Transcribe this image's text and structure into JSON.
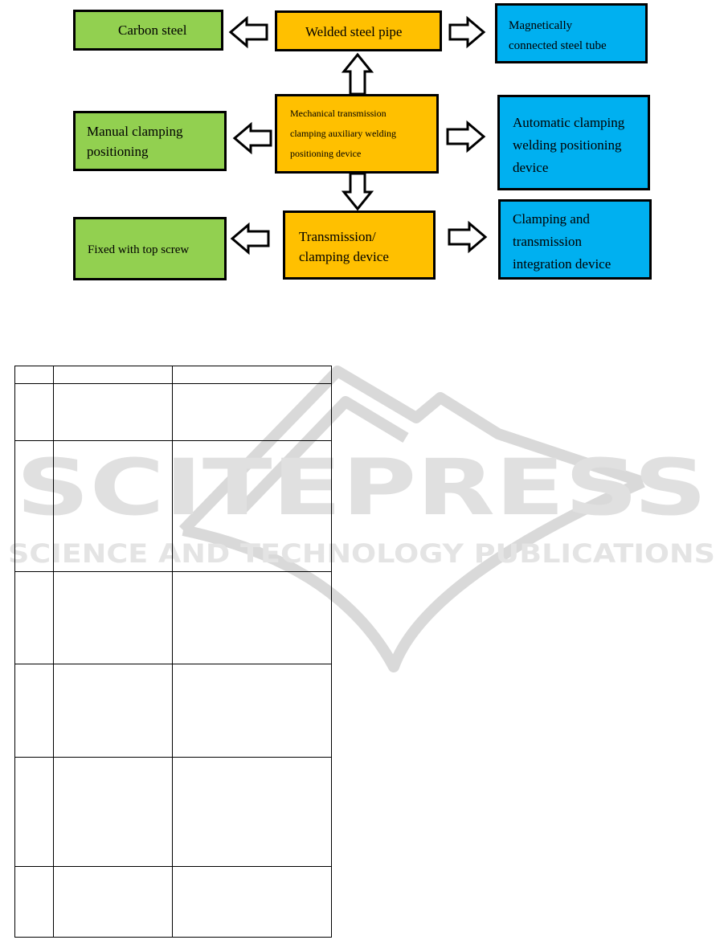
{
  "diagram": {
    "nodes": {
      "carbon_steel": "Carbon steel",
      "welded_pipe": "Welded steel pipe",
      "magnetic_tube": [
        "Magnetically",
        "connected steel tube"
      ],
      "manual_clamping": [
        "Manual clamping",
        "positioning"
      ],
      "mechanical_device": [
        "Mechanical transmission",
        "clamping auxiliary welding",
        "positioning device"
      ],
      "automatic_clamping": [
        "Automatic clamping",
        "welding positioning",
        "device"
      ],
      "top_screw": "Fixed with top screw",
      "transmission_clamping": [
        "Transmission/",
        "clamping device"
      ],
      "integration_device": [
        "Clamping and",
        "transmission",
        "integration device"
      ]
    },
    "colors": {
      "green": "#92d050",
      "orange": "#ffc000",
      "blue": "#00b0f0"
    }
  },
  "table": {
    "rows": 7,
    "columns": 3
  },
  "watermark": {
    "brand": "SCITEPRESS",
    "tagline": "SCIENCE AND TECHNOLOGY PUBLICATIONS"
  }
}
